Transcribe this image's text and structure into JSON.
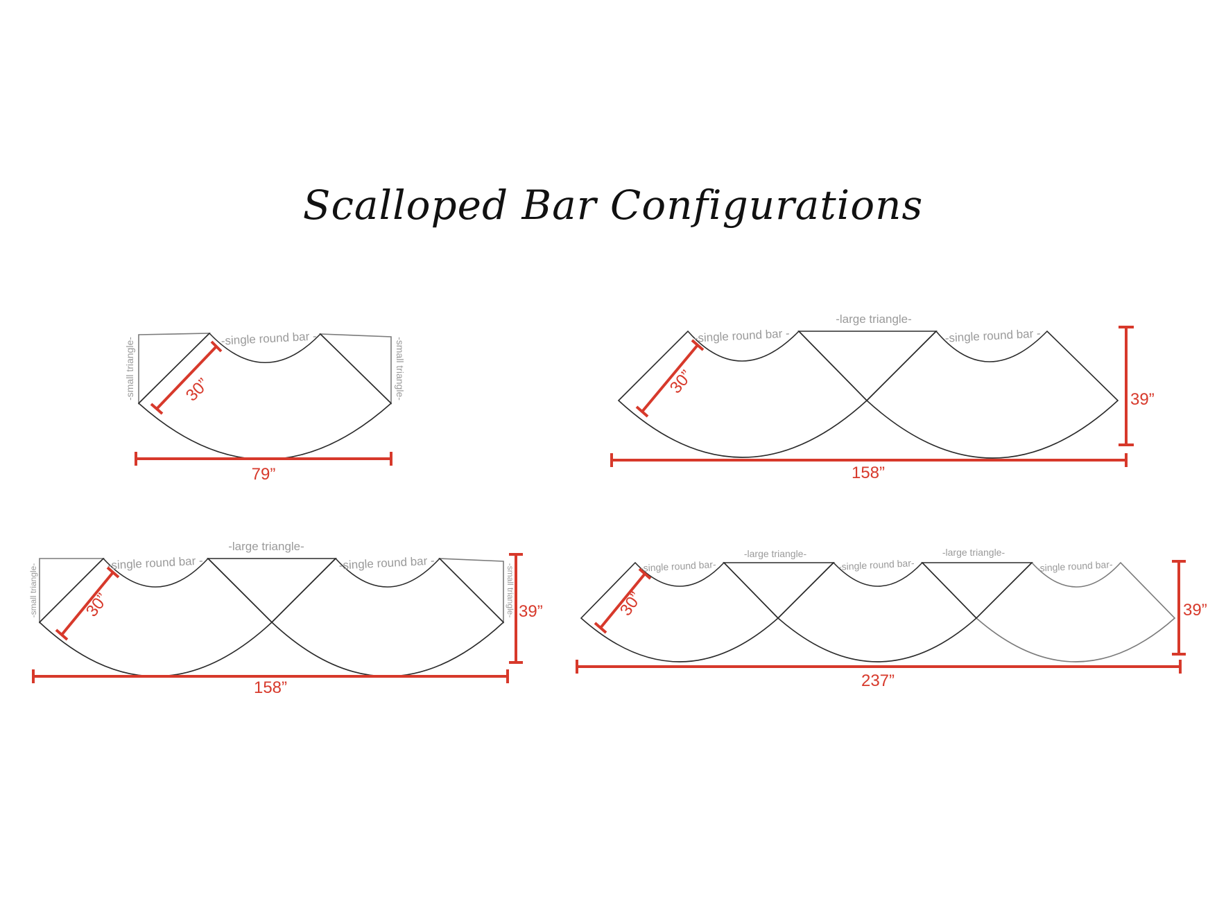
{
  "title": "Scalloped Bar Configurations",
  "labels": {
    "single_round_bar": "-single round bar -",
    "single_round_bar_alt": "-single round bar-",
    "large_triangle": "-large triangle-",
    "small_triangle": "-small triangle-"
  },
  "configurations": [
    {
      "depth": "30”",
      "width": "79”"
    },
    {
      "depth": "30”",
      "width": "158”",
      "height": "39”"
    },
    {
      "depth": "30”",
      "width": "158”",
      "height": "39”"
    },
    {
      "depth": "30”",
      "width": "237”",
      "height": "39”"
    }
  ],
  "colors": {
    "dimension": "#d7392b",
    "outline": "#2a2a2a",
    "label": "#9a9a9a"
  }
}
